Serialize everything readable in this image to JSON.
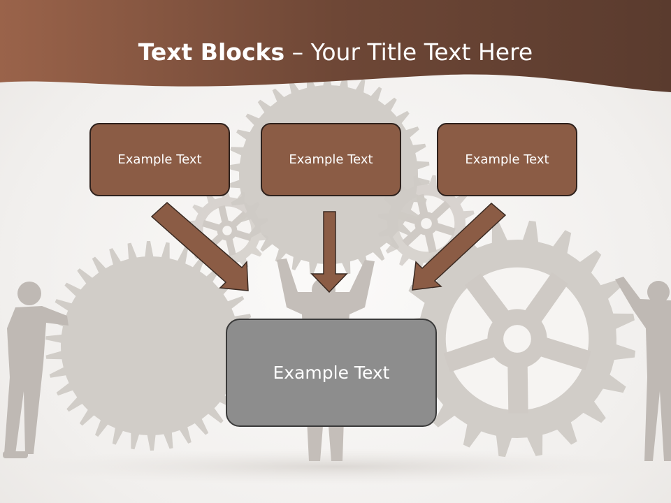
{
  "slide": {
    "title_bold": "Text Blocks",
    "title_separator": " – ",
    "title_rest": "Your Title Text Here"
  },
  "blocks": [
    {
      "label": "Example Text"
    },
    {
      "label": "Example Text"
    },
    {
      "label": "Example Text"
    }
  ],
  "main_block": {
    "label": "Example Text"
  },
  "colors": {
    "header_dark": "#5a3b2e",
    "header_light": "#9a634a",
    "block_fill": "#8b5c45",
    "block_border": "#2e211c",
    "main_fill": "#8d8d8d",
    "main_border": "#3a3a3a",
    "gear_color": "#cfcac5"
  }
}
